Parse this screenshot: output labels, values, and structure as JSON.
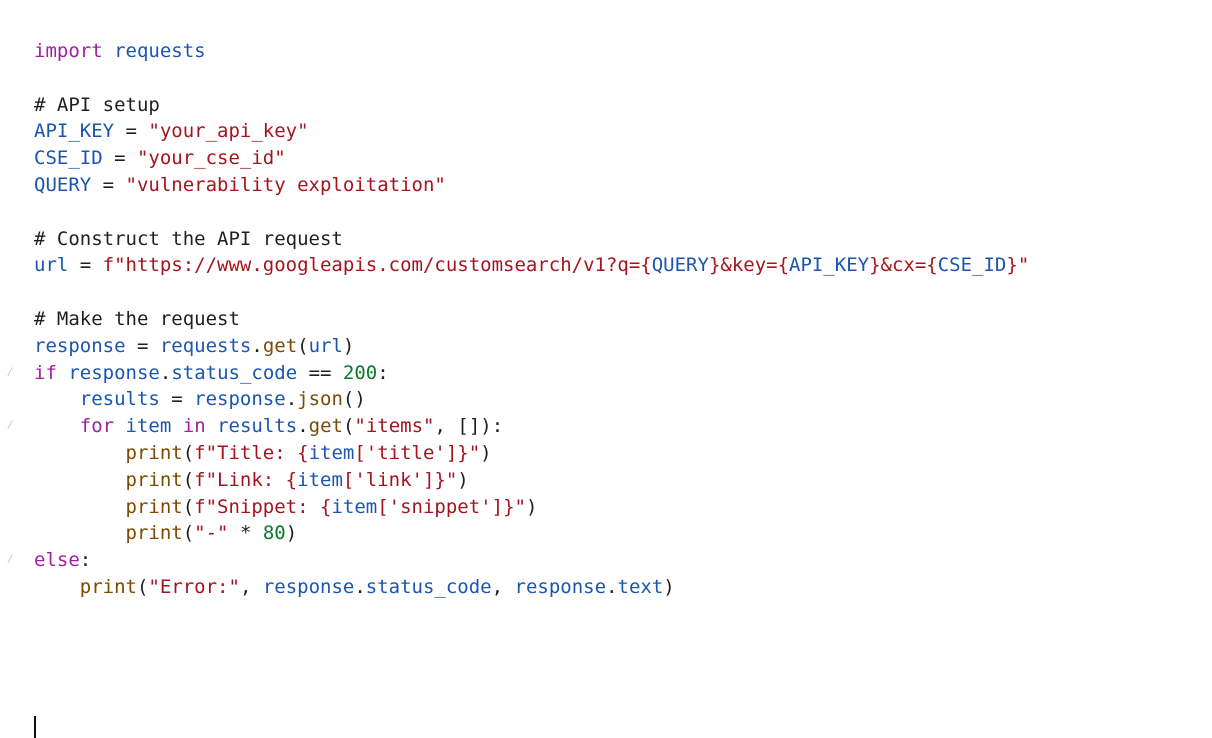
{
  "editor": {
    "lines": [
      {
        "tokens": [
          {
            "t": "import",
            "c": "kw"
          },
          {
            "t": " "
          },
          {
            "t": "requests",
            "c": "var"
          }
        ]
      },
      {
        "tokens": []
      },
      {
        "tokens": [
          {
            "t": "# API setup",
            "c": "cm"
          }
        ]
      },
      {
        "tokens": [
          {
            "t": "API_KEY",
            "c": "var"
          },
          {
            "t": " = ",
            "c": "op"
          },
          {
            "t": "\"your_api_key\"",
            "c": "str"
          }
        ]
      },
      {
        "tokens": [
          {
            "t": "CSE_ID",
            "c": "var"
          },
          {
            "t": " = ",
            "c": "op"
          },
          {
            "t": "\"your_cse_id\"",
            "c": "str"
          }
        ]
      },
      {
        "tokens": [
          {
            "t": "QUERY",
            "c": "var"
          },
          {
            "t": " = ",
            "c": "op"
          },
          {
            "t": "\"vulnerability exploitation\"",
            "c": "str"
          }
        ]
      },
      {
        "tokens": []
      },
      {
        "tokens": [
          {
            "t": "# Construct the API request",
            "c": "cm"
          }
        ]
      },
      {
        "tokens": [
          {
            "t": "url",
            "c": "var"
          },
          {
            "t": " = ",
            "c": "op"
          },
          {
            "t": "f\"https://www.googleapis.com/customsearch/v1?q={",
            "c": "str"
          },
          {
            "t": "QUERY",
            "c": "var"
          },
          {
            "t": "}&key={",
            "c": "str"
          },
          {
            "t": "API_KEY",
            "c": "var"
          },
          {
            "t": "}&cx={",
            "c": "str"
          },
          {
            "t": "CSE_ID",
            "c": "var"
          },
          {
            "t": "}\"",
            "c": "str"
          }
        ]
      },
      {
        "tokens": []
      },
      {
        "tokens": [
          {
            "t": "# Make the request",
            "c": "cm"
          }
        ]
      },
      {
        "tokens": [
          {
            "t": "response",
            "c": "var"
          },
          {
            "t": " = ",
            "c": "op"
          },
          {
            "t": "requests",
            "c": "var"
          },
          {
            "t": ".",
            "c": "op"
          },
          {
            "t": "get",
            "c": "fn"
          },
          {
            "t": "(",
            "c": "op"
          },
          {
            "t": "url",
            "c": "var"
          },
          {
            "t": ")",
            "c": "op"
          }
        ]
      },
      {
        "fold": true,
        "tokens": [
          {
            "t": "if",
            "c": "kw"
          },
          {
            "t": " "
          },
          {
            "t": "response",
            "c": "var"
          },
          {
            "t": ".",
            "c": "op"
          },
          {
            "t": "status_code",
            "c": "var"
          },
          {
            "t": " == ",
            "c": "op"
          },
          {
            "t": "200",
            "c": "num"
          },
          {
            "t": ":",
            "c": "op"
          }
        ]
      },
      {
        "tokens": [
          {
            "t": "    "
          },
          {
            "t": "results",
            "c": "var"
          },
          {
            "t": " = ",
            "c": "op"
          },
          {
            "t": "response",
            "c": "var"
          },
          {
            "t": ".",
            "c": "op"
          },
          {
            "t": "json",
            "c": "fn"
          },
          {
            "t": "()",
            "c": "op"
          }
        ]
      },
      {
        "fold": true,
        "tokens": [
          {
            "t": "    "
          },
          {
            "t": "for",
            "c": "kw"
          },
          {
            "t": " "
          },
          {
            "t": "item",
            "c": "var"
          },
          {
            "t": " "
          },
          {
            "t": "in",
            "c": "kw"
          },
          {
            "t": " "
          },
          {
            "t": "results",
            "c": "var"
          },
          {
            "t": ".",
            "c": "op"
          },
          {
            "t": "get",
            "c": "fn"
          },
          {
            "t": "(",
            "c": "op"
          },
          {
            "t": "\"items\"",
            "c": "str"
          },
          {
            "t": ", [",
            "c": "op"
          },
          {
            "t": "]):",
            "c": "op"
          }
        ]
      },
      {
        "tokens": [
          {
            "t": "        "
          },
          {
            "t": "print",
            "c": "fn"
          },
          {
            "t": "(",
            "c": "op"
          },
          {
            "t": "f\"Title: {",
            "c": "str"
          },
          {
            "t": "item",
            "c": "var"
          },
          {
            "t": "['title']",
            "c": "str"
          },
          {
            "t": "}\"",
            "c": "str"
          },
          {
            "t": ")",
            "c": "op"
          }
        ]
      },
      {
        "tokens": [
          {
            "t": "        "
          },
          {
            "t": "print",
            "c": "fn"
          },
          {
            "t": "(",
            "c": "op"
          },
          {
            "t": "f\"Link: {",
            "c": "str"
          },
          {
            "t": "item",
            "c": "var"
          },
          {
            "t": "['link']",
            "c": "str"
          },
          {
            "t": "}\"",
            "c": "str"
          },
          {
            "t": ")",
            "c": "op"
          }
        ]
      },
      {
        "tokens": [
          {
            "t": "        "
          },
          {
            "t": "print",
            "c": "fn"
          },
          {
            "t": "(",
            "c": "op"
          },
          {
            "t": "f\"Snippet: {",
            "c": "str"
          },
          {
            "t": "item",
            "c": "var"
          },
          {
            "t": "['snippet']",
            "c": "str"
          },
          {
            "t": "}\"",
            "c": "str"
          },
          {
            "t": ")",
            "c": "op"
          }
        ]
      },
      {
        "tokens": [
          {
            "t": "        "
          },
          {
            "t": "print",
            "c": "fn"
          },
          {
            "t": "(",
            "c": "op"
          },
          {
            "t": "\"-\"",
            "c": "str"
          },
          {
            "t": " * ",
            "c": "op"
          },
          {
            "t": "80",
            "c": "num"
          },
          {
            "t": ")",
            "c": "op"
          }
        ]
      },
      {
        "fold": true,
        "tokens": [
          {
            "t": "else",
            "c": "kw"
          },
          {
            "t": ":",
            "c": "op"
          }
        ]
      },
      {
        "tokens": [
          {
            "t": "    "
          },
          {
            "t": "print",
            "c": "fn"
          },
          {
            "t": "(",
            "c": "op"
          },
          {
            "t": "\"Error:\"",
            "c": "str"
          },
          {
            "t": ", ",
            "c": "op"
          },
          {
            "t": "response",
            "c": "var"
          },
          {
            "t": ".",
            "c": "op"
          },
          {
            "t": "status_code",
            "c": "var"
          },
          {
            "t": ", ",
            "c": "op"
          },
          {
            "t": "response",
            "c": "var"
          },
          {
            "t": ".",
            "c": "op"
          },
          {
            "t": "text",
            "c": "var"
          },
          {
            "t": ")",
            "c": "op"
          }
        ]
      }
    ],
    "fold_marker_icon": "fold-arrow-icon",
    "colors": {
      "keyword": "#a01fa3",
      "function": "#7a4a00",
      "identifier": "#1a55b0",
      "string": "#a3141e",
      "number": "#0a7a2a",
      "text": "#1f1f1f"
    }
  }
}
